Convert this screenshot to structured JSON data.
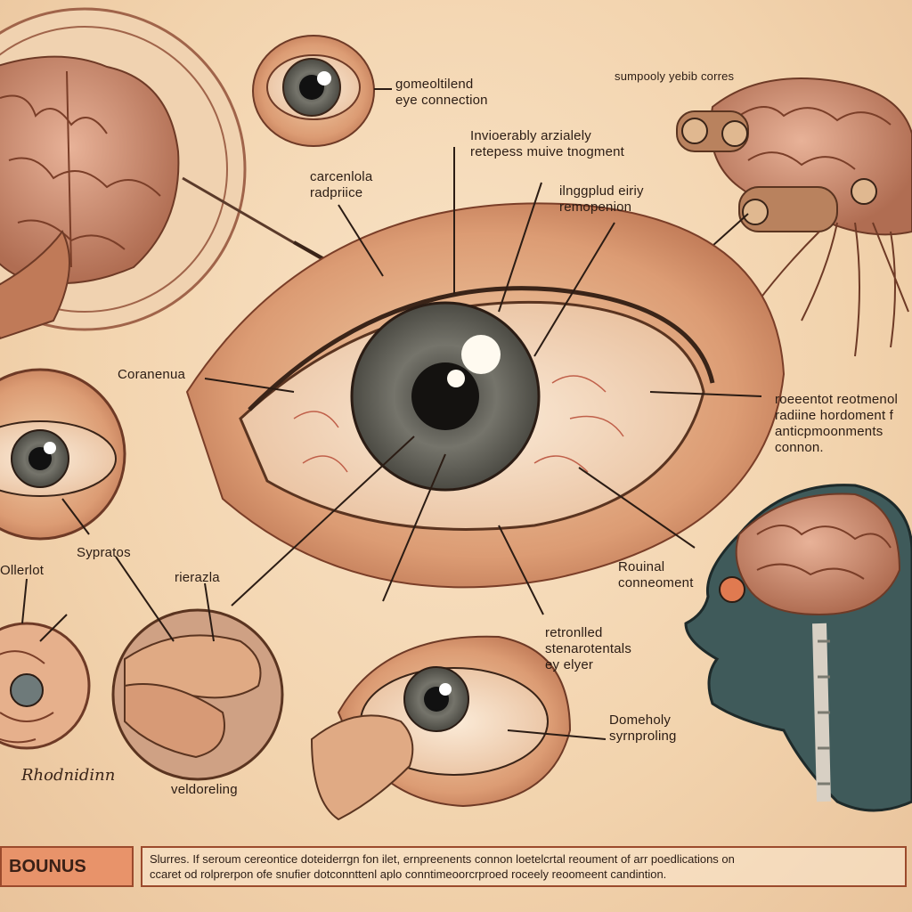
{
  "labels": {
    "top_eye": [
      "gomeoltilend",
      "eye connection"
    ],
    "top_right": "sumpooly yebib corres",
    "center_top": [
      "Invioerably arzialely",
      "retepess muive tnogment"
    ],
    "left_mid": [
      "carcenlola",
      "radpriice"
    ],
    "right_top": [
      "ilnggplud eiriy",
      "remopenion"
    ],
    "left_side": "Coranenua",
    "right_side": [
      "roeeentot reotmenol",
      "radiine hordoment f",
      "anticpmoonments",
      "connon."
    ],
    "symptoms": "Sypratos",
    "far_left": "Ollerlot",
    "riereala": "rierazla",
    "round": [
      "Rouinal",
      "conneoment"
    ],
    "bottom_center": [
      "retronlled",
      "stenarotentals",
      "ey elyer"
    ],
    "bottom_right": [
      "Domeholy",
      "syrnproling"
    ],
    "bottom_left": "veldoreling"
  },
  "signature": "Rhodnidinn",
  "footer": {
    "tag": "BOUNUS",
    "line1": "Slurres. If seroum cereontice doteiderrgn fon ilet, ernpreenents connon loetelcrtal reoument of arr poedlications on",
    "line2": "ccaret od rolprerpon ofe snufier dotconnttenl aplo conntimeoorcrproed roceely reoomeent candintion."
  },
  "colors": {
    "paper": "#f3d8b6",
    "ink": "#2b1c14",
    "skin": "#d99a74",
    "iris": "#6e6e66",
    "brain": "#c98a70",
    "accent": "#e8936a"
  }
}
